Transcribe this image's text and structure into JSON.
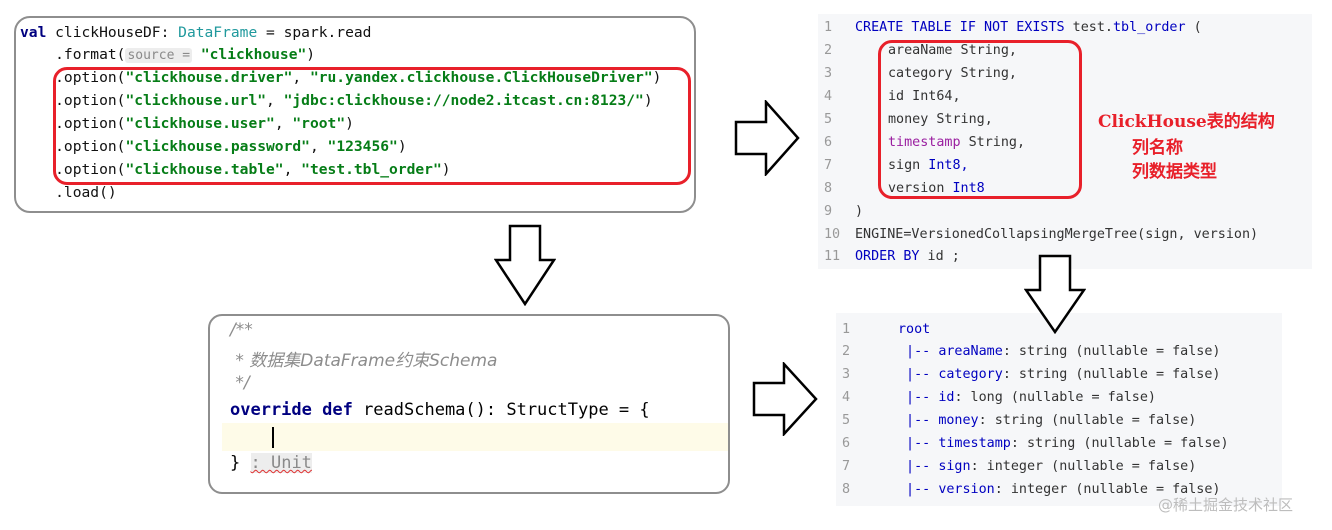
{
  "scala_code": {
    "line1": {
      "kw": "val",
      "name": " clickHouseDF: ",
      "type": "DataFrame",
      "rest": " = spark.read"
    },
    "line2": {
      "prefix": "    .format(",
      "hint": "source =",
      "str": "\"clickhouse\"",
      "suffix": ")"
    },
    "options": [
      {
        "prefix": "    .option(",
        "key": "\"clickhouse.driver\"",
        "sep": ", ",
        "value": "\"ru.yandex.clickhouse.ClickHouseDriver\"",
        "suffix": ")"
      },
      {
        "prefix": "    .option(",
        "key": "\"clickhouse.url\"",
        "sep": ", ",
        "value": "\"jdbc:clickhouse://node2.itcast.cn:8123/\"",
        "suffix": ")"
      },
      {
        "prefix": "    .option(",
        "key": "\"clickhouse.user\"",
        "sep": ", ",
        "value": "\"root\"",
        "suffix": ")"
      },
      {
        "prefix": "    .option(",
        "key": "\"clickhouse.password\"",
        "sep": ", ",
        "value": "\"123456\"",
        "suffix": ")"
      },
      {
        "prefix": "    .option(",
        "key": "\"clickhouse.table\"",
        "sep": ", ",
        "value": "\"test.tbl_order\"",
        "suffix": ")"
      }
    ],
    "last": "    .load()"
  },
  "sql": {
    "line_numbers": [
      "1",
      "2",
      "3",
      "4",
      "5",
      "6",
      "7",
      "8",
      "9",
      "10",
      "11"
    ],
    "create": {
      "kw": "CREATE TABLE IF NOT EXISTS",
      "name": " test.",
      "table": "tbl_order",
      "rest": " ("
    },
    "columns": [
      {
        "name": "areaName",
        "type": " String,"
      },
      {
        "name": "category",
        "type": " String,"
      },
      {
        "name": "id",
        "type": " Int64,"
      },
      {
        "name": "money",
        "type": " String,"
      },
      {
        "name": "timestamp",
        "type": " String,"
      },
      {
        "name": "sign",
        "type": " Int8,"
      },
      {
        "name": "version",
        "type": " Int8"
      }
    ],
    "close": ")",
    "engine": "ENGINE=VersionedCollapsingMergeTree(sign, version)",
    "order": {
      "kw": "ORDER BY",
      "rest": " id ;"
    }
  },
  "annotation": {
    "line1": "ClickHouse表的结构",
    "line2": "列名称",
    "line3": "列数据类型"
  },
  "schema": {
    "line_numbers": [
      "1",
      "2",
      "3",
      "4",
      "5",
      "6",
      "7",
      "8"
    ],
    "root": "root",
    "fields": [
      {
        "prefix": " |-- ",
        "name": "areaName",
        "rest": ": string (nullable = false)"
      },
      {
        "prefix": " |-- ",
        "name": "category",
        "rest": ": string (nullable = false)"
      },
      {
        "prefix": " |-- ",
        "name": "id",
        "rest": ": long (nullable = false)"
      },
      {
        "prefix": " |-- ",
        "name": "money",
        "rest": ": string (nullable = false)"
      },
      {
        "prefix": " |-- ",
        "name": "timestamp",
        "rest": ": string (nullable = false)"
      },
      {
        "prefix": " |-- ",
        "name": "sign",
        "rest": ": integer (nullable = false)"
      },
      {
        "prefix": " |-- ",
        "name": "version",
        "rest": ": integer (nullable = false)"
      }
    ]
  },
  "read_schema": {
    "c1": "/**",
    "c2": " * 数据集DataFrame约束Schema",
    "c3": " */",
    "sig_kw": "override def",
    "sig_rest": " readSchema(): StructType = {",
    "close": "}",
    "hint": ": Unit"
  },
  "watermark": "@稀土掘金技术社区"
}
